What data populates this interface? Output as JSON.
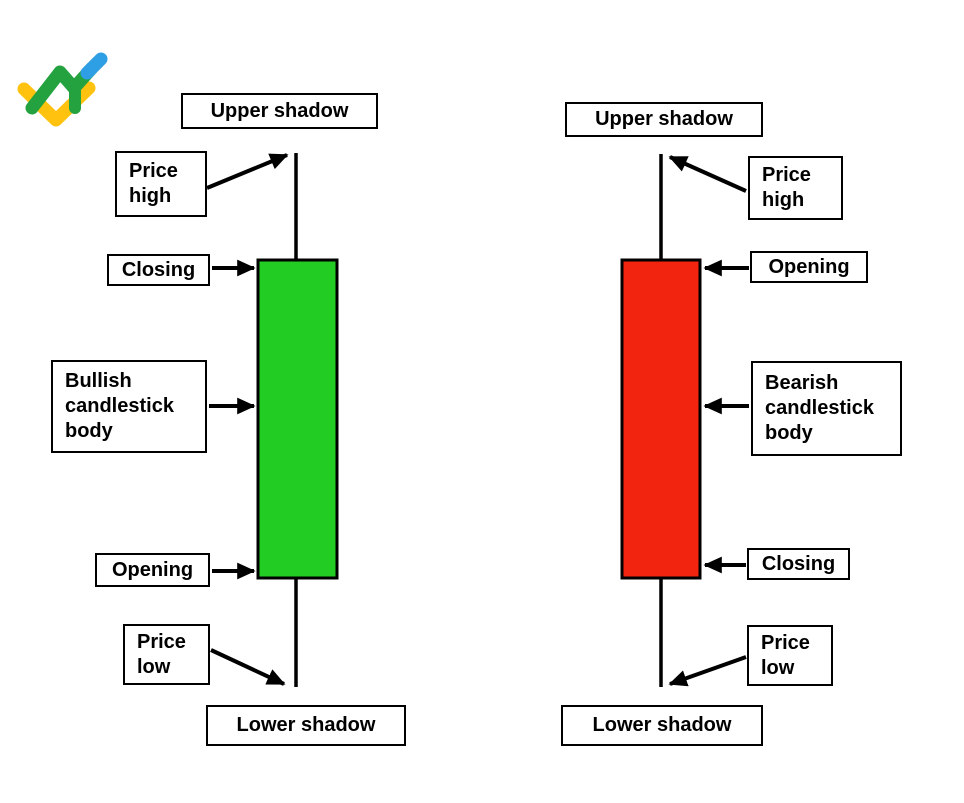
{
  "logo": {
    "name": "LiteFinance logo",
    "green": "#23A23F",
    "blue": "#2E9FE5",
    "yellow": "#FFC20E"
  },
  "diagram": {
    "outline_color": "#000000",
    "label_background": "#FFFFFF",
    "left": {
      "candle_type": "bullish",
      "candle_color": "#22CC22",
      "upper_shadow": "Upper shadow",
      "price_high": "Price\nhigh",
      "closing": "Closing",
      "body_label": "Bullish\ncandlestick\nbody",
      "opening": "Opening",
      "price_low": "Price\nlow",
      "lower_shadow": "Lower shadow"
    },
    "right": {
      "candle_type": "bearish",
      "candle_color": "#F2230F",
      "upper_shadow": "Upper shadow",
      "price_high": "Price\nhigh",
      "opening": "Opening",
      "body_label": "Bearish\ncandlestick\nbody",
      "closing": "Closing",
      "price_low": "Price\nlow",
      "lower_shadow": "Lower shadow"
    }
  }
}
